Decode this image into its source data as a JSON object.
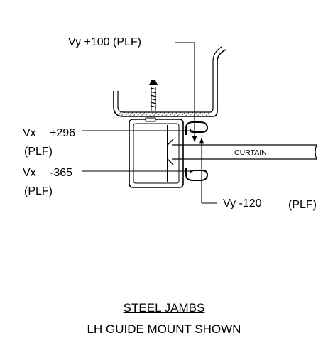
{
  "labels": {
    "vy_top": "Vy  +100 (PLF)",
    "vx_top_a": "Vx",
    "vx_top_b": "+296",
    "vx_top_unit": "(PLF)",
    "vx_bot_a": "Vx",
    "vx_bot_b": "-365",
    "vx_bot_unit": "(PLF)",
    "vy_bot": "Vy  -120",
    "vy_bot_unit": "(PLF)",
    "curtain": "CURTAIN"
  },
  "caption": {
    "line1": "STEEL JAMBS",
    "line2": "LH GUIDE MOUNT SHOWN"
  }
}
